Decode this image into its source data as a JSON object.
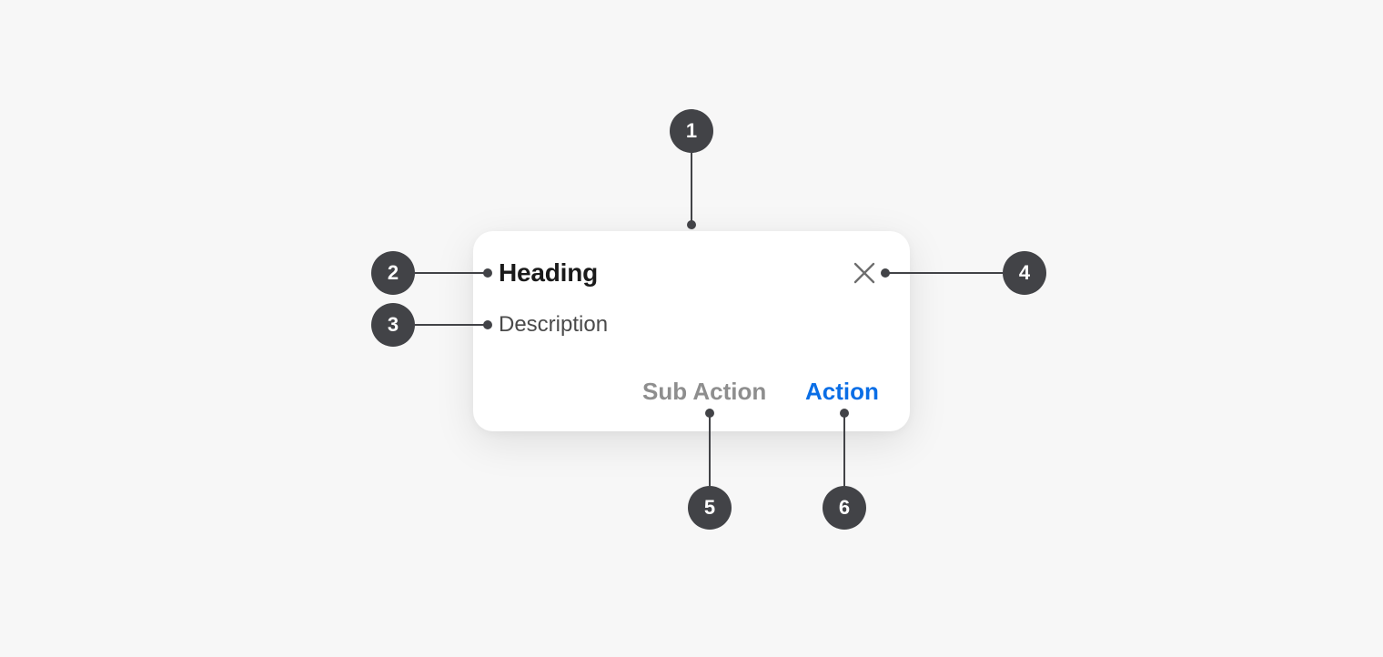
{
  "dialog": {
    "heading": "Heading",
    "description": "Description",
    "close_icon": "close-icon",
    "sub_action_label": "Sub Action",
    "action_label": "Action"
  },
  "callouts": [
    {
      "number": "1"
    },
    {
      "number": "2"
    },
    {
      "number": "3"
    },
    {
      "number": "4"
    },
    {
      "number": "5"
    },
    {
      "number": "6"
    }
  ],
  "colors": {
    "background": "#f7f7f7",
    "card": "#ffffff",
    "badge": "#424347",
    "leader_line": "#424347",
    "heading_text": "#1a1a1a",
    "description_text": "#4a4a4a",
    "sub_action_text": "#8e8e8e",
    "action_text": "#0a6ee6",
    "close_icon": "#6e6e6e"
  }
}
